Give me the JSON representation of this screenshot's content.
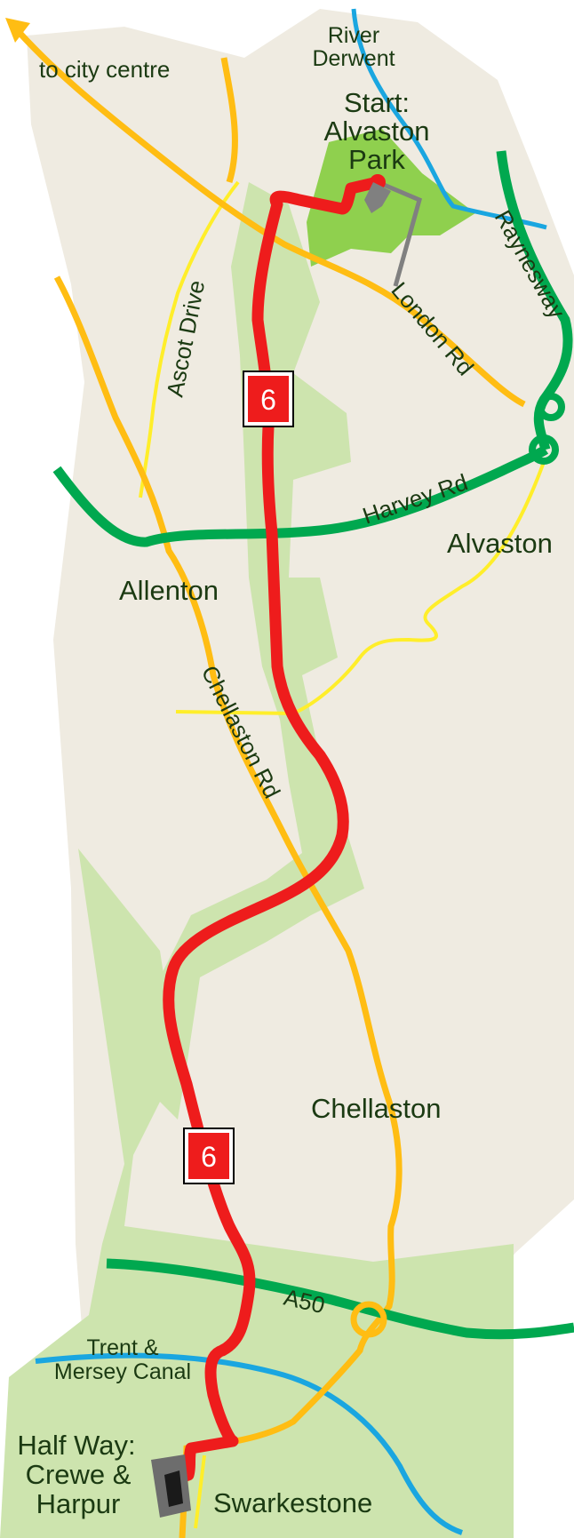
{
  "start": {
    "title": "Start:",
    "line1": "Alvaston",
    "line2": "Park"
  },
  "halfway": {
    "title": "Half Way:",
    "line1": "Crewe &",
    "line2": "Harpur"
  },
  "rivers": {
    "derwent_line1": "River",
    "derwent_line2": "Derwent"
  },
  "canal": {
    "line1": "Trent &",
    "line2": "Mersey Canal"
  },
  "roads": {
    "city_centre": "to city centre",
    "ascot_drive": "Ascot Drive",
    "london_rd": "London Rd",
    "raynesway": "Raynesway",
    "harvey_rd": "Harvey Rd",
    "chellaston_rd": "Chellaston  Rd",
    "a50": "A50"
  },
  "places": {
    "alvaston": "Alvaston",
    "allenton": "Allenton",
    "chellaston": "Chellaston",
    "swarkestone": "Swarkestone"
  },
  "route": {
    "number": "6",
    "color": "#ee1c1c"
  },
  "colors": {
    "urban": "#efebe1",
    "green": "#cde4ae",
    "park": "#8fd04e",
    "major_road": "#00a84f",
    "minor_road": "#ffbd13",
    "lane": "#ffee2a",
    "water": "#1aa6e0",
    "label": "#1b3a12"
  }
}
